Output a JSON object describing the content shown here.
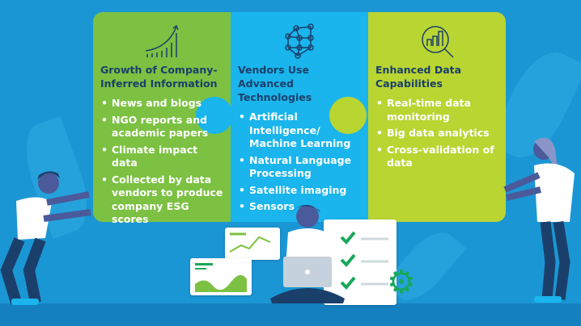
{
  "panels": [
    {
      "title": "Growth of Company-Inferred Information",
      "icon": "growth-chart-icon",
      "color": "#7cc142",
      "items": [
        "News and blogs",
        "NGO reports and academic papers",
        "Climate impact data",
        "Collected by data vendors to produce company ESG scores"
      ]
    },
    {
      "title": "Vendors Use Advanced Technologies",
      "icon": "neural-network-icon",
      "color": "#19b5ec",
      "items": [
        "Artificial Intelligence/ Machine Learning",
        "Natural Language Processing",
        "Satellite imaging",
        "Sensors"
      ]
    },
    {
      "title": "Enhanced Data Capabilities",
      "icon": "magnifier-chart-icon",
      "color": "#b9d532",
      "items": [
        "Real-time data monitoring",
        "Big data analytics",
        "Cross-validation of data"
      ]
    }
  ],
  "colors": {
    "background": "#1b96d4",
    "heading": "#1b3f6b"
  }
}
